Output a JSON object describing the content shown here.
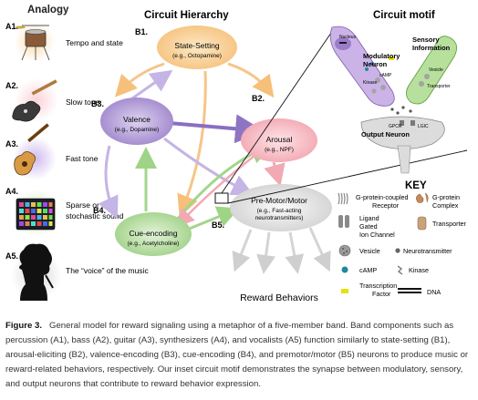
{
  "analogy": {
    "title": "Analogy",
    "items": [
      {
        "id": "A1.",
        "label": "Tempo and state"
      },
      {
        "id": "A2.",
        "label": "Slow tone"
      },
      {
        "id": "A3.",
        "label": "Fast tone"
      },
      {
        "id": "A4.",
        "label_line1": "Sparse or",
        "label_line2": "stochastic sound"
      },
      {
        "id": "A5.",
        "label": "The “voice” of the music"
      }
    ]
  },
  "hierarchy": {
    "title": "Circuit Hierarchy",
    "nodes": {
      "b1": {
        "id": "B1.",
        "name": "State-Setting",
        "example": "(e.g., Octopamine)",
        "color": "#f7c98b"
      },
      "b2": {
        "id": "B2.",
        "name": "Arousal",
        "example": "(e.g., NPF)",
        "color": "#f3a9b3"
      },
      "b3": {
        "id": "B3.",
        "name": "Valence",
        "example": "(e.g., Dopamine)",
        "color": "#a58dd0"
      },
      "b4": {
        "id": "B4.",
        "name": "Cue-encoding",
        "example": "(e.g., Acetylcholine)",
        "color": "#a6d48e"
      },
      "b5": {
        "id": "B5.",
        "name": "Pre-Motor/Motor",
        "example_line1": "(e.g., Fast-acting",
        "example_line2": "neurotransmitters)",
        "color": "#dedede"
      }
    },
    "output": "Reward Behaviors"
  },
  "motif": {
    "title": "Circuit motif",
    "labels": {
      "nucleus": "Nucleus",
      "modulatory": "Modulatory",
      "modulatory2": "Neuron",
      "sensory": "Sensory",
      "sensory2": "Information",
      "camp": "cAMP",
      "kinase": "Kinase",
      "vesicle": "Vesicle",
      "transporter": "Transporter",
      "gpcr": "GPCR",
      "lgic": "LGIC",
      "output": "Output Neuron"
    }
  },
  "key": {
    "title": "KEY",
    "items": {
      "gpcr": {
        "line1": "G-protein-coupled",
        "line2": "Receptor"
      },
      "gprotein": {
        "line1": "G-protein",
        "line2": "Complex"
      },
      "lgic": {
        "line1": "Ligand",
        "line2": "Gated",
        "line3": "Ion Channel"
      },
      "transporter": {
        "line1": "Transporter"
      },
      "vesicle": {
        "line1": "Vesicle"
      },
      "neurotransmitter": {
        "line1": "Neurotransmitter"
      },
      "camp": {
        "line1": "cAMP"
      },
      "kinase": {
        "line1": "Kinase"
      },
      "tf": {
        "line1": "Transcription",
        "line2": "Factor"
      },
      "dna": {
        "line1": "DNA"
      }
    }
  },
  "caption": {
    "label": "Figure 3.",
    "text": "General model for reward signaling using a metaphor of a five-member band. Band components such as percussion (A1), bass (A2), guitar (A3), synthesizers (A4), and vocalists (A5) function similarly to state-setting (B1), arousal-eliciting (B2), valence-encoding (B3), cue-encoding (B4), and premotor/motor (B5) neurons to produce music or reward-related behaviors, respectively. Our inset circuit motif demonstrates the synapse between modulatory, sensory, and output neurons that contribute to reward behavior expression."
  }
}
